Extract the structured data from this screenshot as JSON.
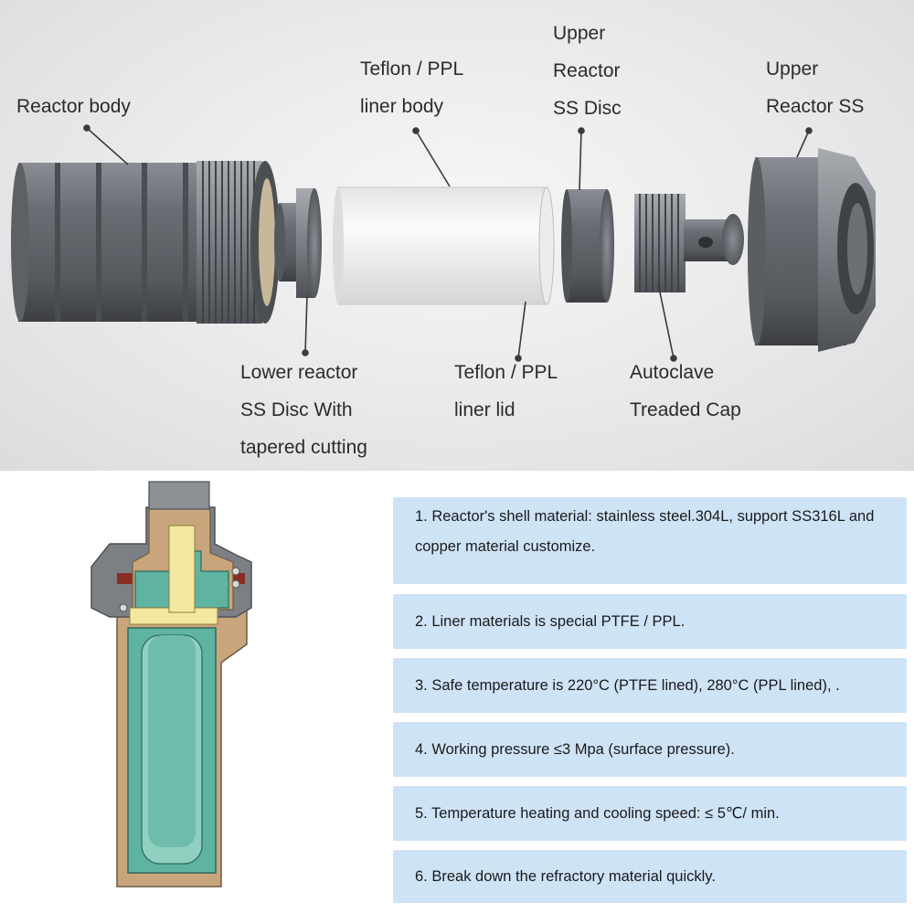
{
  "labels": {
    "reactor_body": [
      "Reactor body"
    ],
    "liner_body": [
      "Teflon / PPL",
      "liner body"
    ],
    "upper_disc": [
      "Upper",
      "Reactor",
      "SS Disc"
    ],
    "upper_ss": [
      "Upper",
      "Reactor SS"
    ],
    "lower_disc": [
      "Lower reactor",
      "SS Disc With",
      "tapered cutting"
    ],
    "liner_lid": [
      "Teflon / PPL",
      "liner lid"
    ],
    "threaded_cap": [
      "Autoclave",
      "Treaded Cap"
    ]
  },
  "features": [
    "1. Reactor's shell material: stainless steel.304L, support SS316L and copper material customize.",
    "2.  Liner materials is special PTFE / PPL.",
    "3. Safe temperature is 220°C (PTFE lined), 280°C (PPL lined), .",
    "4. Working pressure ≤3 Mpa (surface pressure).",
    "5. Temperature heating and cooling speed: ≤ 5℃/ min.",
    "6. Break down the refractory material quickly."
  ],
  "colors": {
    "feature_box": "#cfe3f6",
    "steel": "#6f7379",
    "liner_white": "#f4f4f4",
    "section_tan": "#c9a57c",
    "section_green": "#5fb3a1",
    "section_yellow": "#f3e7a2",
    "section_red": "#8a2e24"
  }
}
